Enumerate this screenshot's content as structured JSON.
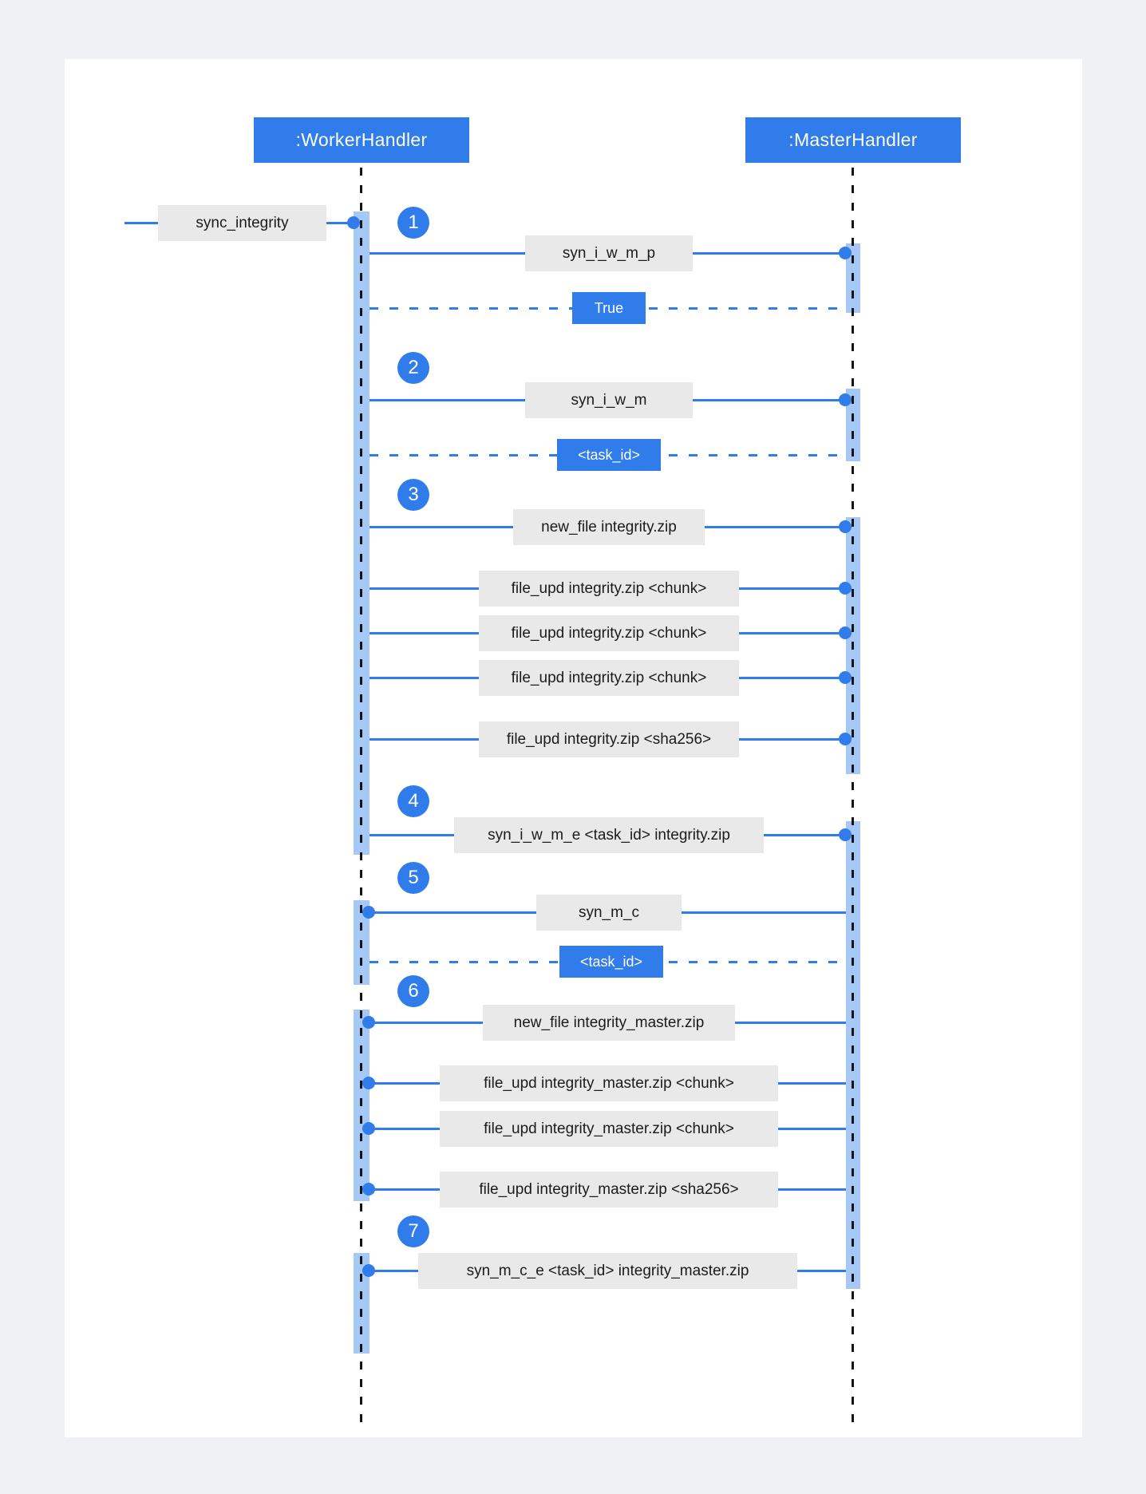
{
  "colors": {
    "accent": "#2f7cea",
    "activation_bar": "#a6c8f7",
    "label_background": "#e9e9e9",
    "label_text": "#1b1b1b",
    "lifeline": "#141414",
    "page_background": "#eff1f5",
    "canvas_background": "#ffffff"
  },
  "participants": [
    {
      "label": ":WorkerHandler"
    },
    {
      "label": ":MasterHandler"
    }
  ],
  "steps": [
    "1",
    "2",
    "3",
    "4",
    "5",
    "6",
    "7"
  ],
  "messages": [
    {
      "label": "sync_integrity",
      "from": "external",
      "to": "worker",
      "kind": "call"
    },
    {
      "label": "syn_i_w_m_p",
      "from": "worker",
      "to": "master",
      "kind": "call"
    },
    {
      "label": "True",
      "from": "master",
      "to": "worker",
      "kind": "return"
    },
    {
      "label": "syn_i_w_m",
      "from": "worker",
      "to": "master",
      "kind": "call"
    },
    {
      "label": "<task_id>",
      "from": "master",
      "to": "worker",
      "kind": "return"
    },
    {
      "label": "new_file integrity.zip",
      "from": "worker",
      "to": "master",
      "kind": "call"
    },
    {
      "label": "file_upd integrity.zip <chunk>",
      "from": "worker",
      "to": "master",
      "kind": "call"
    },
    {
      "label": "file_upd integrity.zip <chunk>",
      "from": "worker",
      "to": "master",
      "kind": "call"
    },
    {
      "label": "file_upd integrity.zip <chunk>",
      "from": "worker",
      "to": "master",
      "kind": "call"
    },
    {
      "label": "file_upd integrity.zip <sha256>",
      "from": "worker",
      "to": "master",
      "kind": "call"
    },
    {
      "label": "syn_i_w_m_e <task_id> integrity.zip",
      "from": "worker",
      "to": "master",
      "kind": "call"
    },
    {
      "label": "syn_m_c",
      "from": "master",
      "to": "worker",
      "kind": "call"
    },
    {
      "label": "<task_id>",
      "from": "worker",
      "to": "master",
      "kind": "return"
    },
    {
      "label": "new_file integrity_master.zip",
      "from": "master",
      "to": "worker",
      "kind": "call"
    },
    {
      "label": "file_upd integrity_master.zip <chunk>",
      "from": "master",
      "to": "worker",
      "kind": "call"
    },
    {
      "label": "file_upd integrity_master.zip <chunk>",
      "from": "master",
      "to": "worker",
      "kind": "call"
    },
    {
      "label": "file_upd integrity_master.zip <sha256>",
      "from": "master",
      "to": "worker",
      "kind": "call"
    },
    {
      "label": "syn_m_c_e <task_id> integrity_master.zip",
      "from": "master",
      "to": "worker",
      "kind": "call"
    }
  ]
}
